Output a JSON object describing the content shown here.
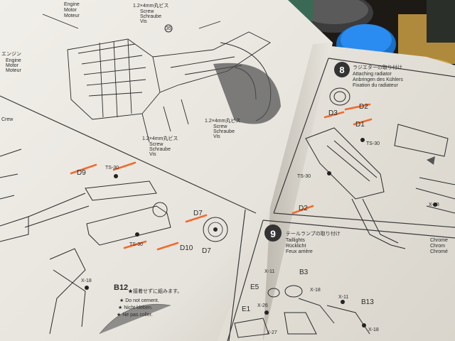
{
  "colors": {
    "paper": "#ece9e2",
    "paper_shadow": "#cfcac0",
    "ink": "#2a2a2a",
    "marker_orange": "#f26a2e",
    "cap_blue": "#1f7fe0",
    "table_dark": "#1d1a16"
  },
  "left_page": {
    "top_labels": [
      "Engine",
      "Motor",
      "Moteur"
    ],
    "screw_top": [
      "1.2×4mm丸ビス",
      "Screw",
      "Schraube",
      "Vis"
    ],
    "step_num_top": "35",
    "engine_label": [
      "エンジン",
      "Engine",
      "Motor",
      "Moteur"
    ],
    "screw_mid": [
      "1.2×4mm丸ビス",
      "Screw",
      "Schraube",
      "Vis"
    ],
    "screw_bottom": [
      "1.2×4mm丸ビス",
      "Screw",
      "Schraube",
      "Vis"
    ],
    "part_labels": {
      "d9": "D9",
      "ts30_a": "TS-30",
      "d7_a": "D7",
      "d10": "D10",
      "d7_b": "D7",
      "ts30_b": "TS-30",
      "x18": "X-18",
      "b12": "B12"
    },
    "note": {
      "jp": "★接着せずに組みます。",
      "en": "★ Do not cement.",
      "de": "★ Nicht kleben.",
      "fr": "★ Ne pas coller."
    },
    "left_edge_text": [
      "Crew"
    ]
  },
  "right_page": {
    "step8": {
      "number": "8",
      "title_jp": "ラジエターの取り付け",
      "title_lines": [
        "Attaching radiator",
        "Anbringen des Kühlers",
        "Fixation du radiateur"
      ],
      "labels": {
        "d3": "D3",
        "d2_top": "D2",
        "d1": "D1",
        "ts30": "TS-30",
        "ts30_left": "TS-30",
        "d2_bottom": "D2"
      }
    },
    "step9": {
      "number": "9",
      "title_jp": "テールランプの取り付け",
      "title_lines": [
        "Taillights",
        "Rücklicht",
        "Feux arrière"
      ],
      "labels": {
        "x11_a": "X-11",
        "b3": "B3",
        "x18_a": "X-18",
        "e5": "E5",
        "x26": "X-26",
        "e1": "E1",
        "x27": "X-27",
        "x11_b": "X-11",
        "b13": "B13",
        "x18_b": "X-18"
      }
    },
    "edge_labels": [
      "X-18",
      "Chrome",
      "Chrom",
      "Chromé"
    ]
  }
}
